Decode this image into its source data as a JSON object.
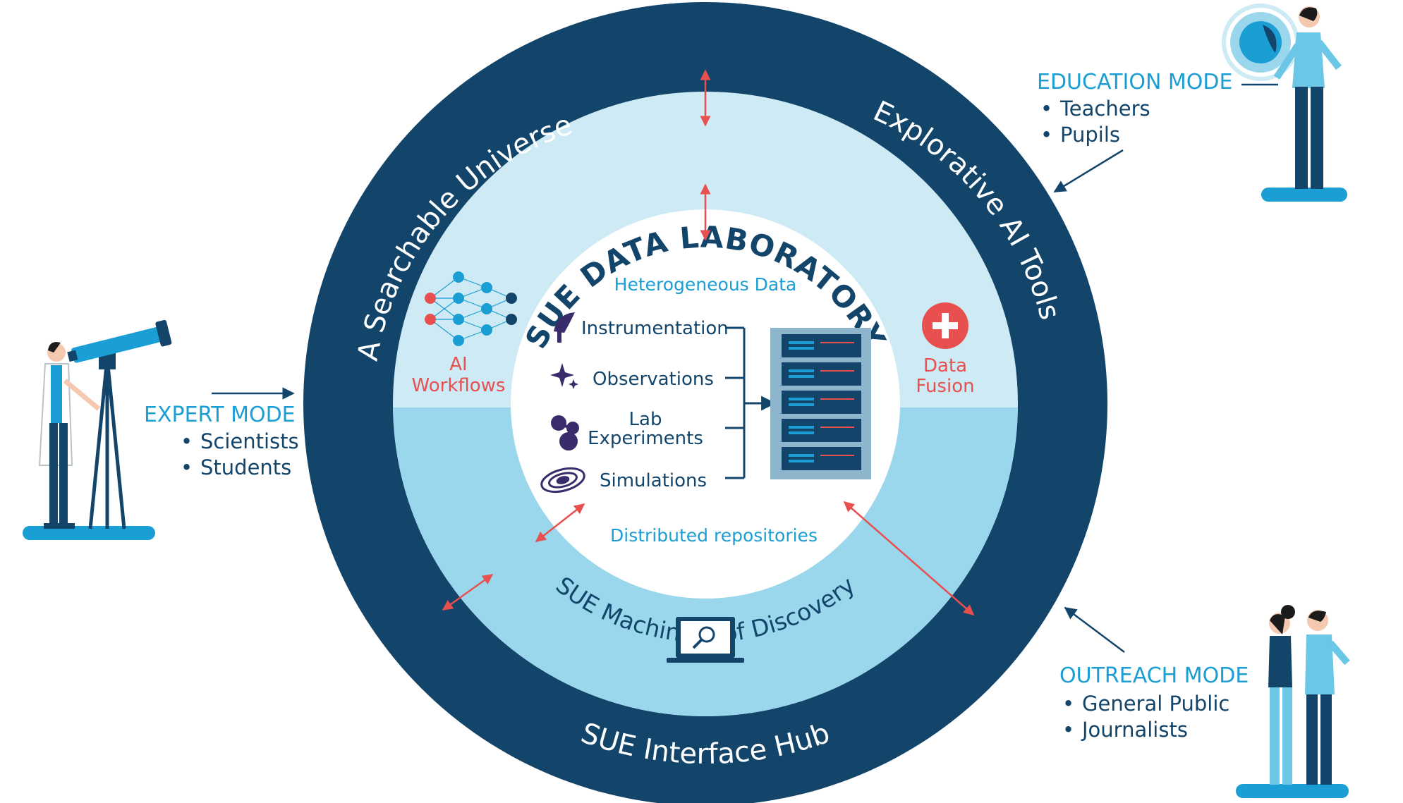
{
  "colors": {
    "navy": "#13456b",
    "light_blue": "#cdeaf5",
    "mid_blue": "#9bd7ec",
    "accent_blue": "#1a9ed4",
    "red": "#e8504f",
    "rack": "#8db5cc"
  },
  "outer_ring": {
    "top_left": "A Searchable Universe",
    "top_right": "Explorative AI Tools",
    "bottom": "SUE Interface Hub"
  },
  "middle_ring": {
    "title": "SUE DATA LABORATORY",
    "bottom": "SUE Machinery of Discovery",
    "left_label_line1": "AI",
    "left_label_line2": "Workflows",
    "right_label_line1": "Data",
    "right_label_line2": "Fusion"
  },
  "core": {
    "top_label": "Heterogeneous Data",
    "bottom_label": "Distributed repositories",
    "sources": [
      {
        "label": "Instrumentation",
        "icon": "telescope-dish-icon"
      },
      {
        "label": "Observations",
        "icon": "stars-icon"
      },
      {
        "label_line1": "Lab",
        "label_line2": "Experiments",
        "icon": "molecule-icon"
      },
      {
        "label": "Simulations",
        "icon": "galaxy-icon"
      }
    ],
    "server_icon": "server-rack-icon"
  },
  "modes": {
    "expert": {
      "title": "EXPERT MODE",
      "items": [
        "Scientists",
        "Students"
      ]
    },
    "education": {
      "title": "EDUCATION MODE",
      "items": [
        "Teachers",
        "Pupils"
      ]
    },
    "outreach": {
      "title": "OUTREACH MODE",
      "items": [
        "General Public",
        "Journalists"
      ]
    }
  }
}
